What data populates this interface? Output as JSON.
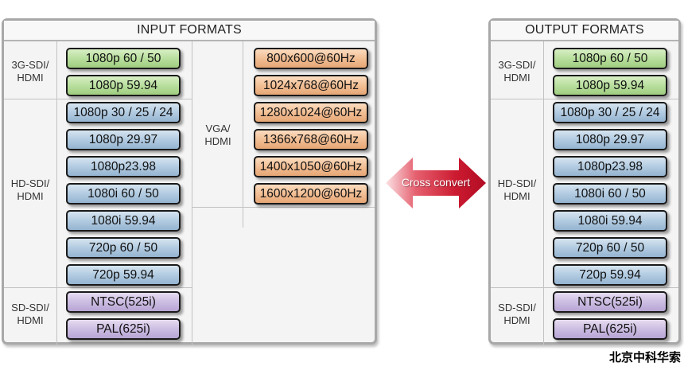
{
  "input": {
    "title": "INPUT FORMATS",
    "groups": [
      {
        "label_line1": "3G-SDI/",
        "label_line2": "HDMI",
        "formats": [
          "1080p 60 / 50",
          "1080p 59.94"
        ]
      },
      {
        "label_line1": "HD-SDI/",
        "label_line2": "HDMI",
        "formats": [
          "1080p 30 / 25 / 24",
          "1080p 29.97",
          "1080p23.98",
          "1080i 60 / 50",
          "1080i 59.94",
          "720p 60 / 50",
          "720p 59.94"
        ]
      },
      {
        "label_line1": "SD-SDI/",
        "label_line2": "HDMI",
        "formats": [
          "NTSC(525i)",
          "PAL(625i)"
        ]
      }
    ],
    "vga": {
      "label_line1": "VGA/",
      "label_line2": "HDMI",
      "formats": [
        "800x600@60Hz",
        "1024x768@60Hz",
        "1280x1024@60Hz",
        "1366x768@60Hz",
        "1400x1050@60Hz",
        "1600x1200@60Hz"
      ]
    }
  },
  "arrow": {
    "label": "Cross convert"
  },
  "output": {
    "title": "OUTPUT FORMATS",
    "groups": [
      {
        "label_line1": "3G-SDI/",
        "label_line2": "HDMI",
        "formats": [
          "1080p 60 / 50",
          "1080p 59.94"
        ]
      },
      {
        "label_line1": "HD-SDI/",
        "label_line2": "HDMI",
        "formats": [
          "1080p 30 / 25 / 24",
          "1080p 29.97",
          "1080p23.98",
          "1080i 60 / 50",
          "1080i 59.94",
          "720p 60 / 50",
          "720p 59.94"
        ]
      },
      {
        "label_line1": "SD-SDI/",
        "label_line2": "HDMI",
        "formats": [
          "NTSC(525i)",
          "PAL(625i)"
        ]
      }
    ]
  },
  "colors": {
    "3g": "#b9df9e",
    "hd": "#b2cbe1",
    "vga": "#f2bf95",
    "sd": "#ccbde2",
    "arrow": "#c8102e"
  },
  "watermark": "北京中科华索"
}
